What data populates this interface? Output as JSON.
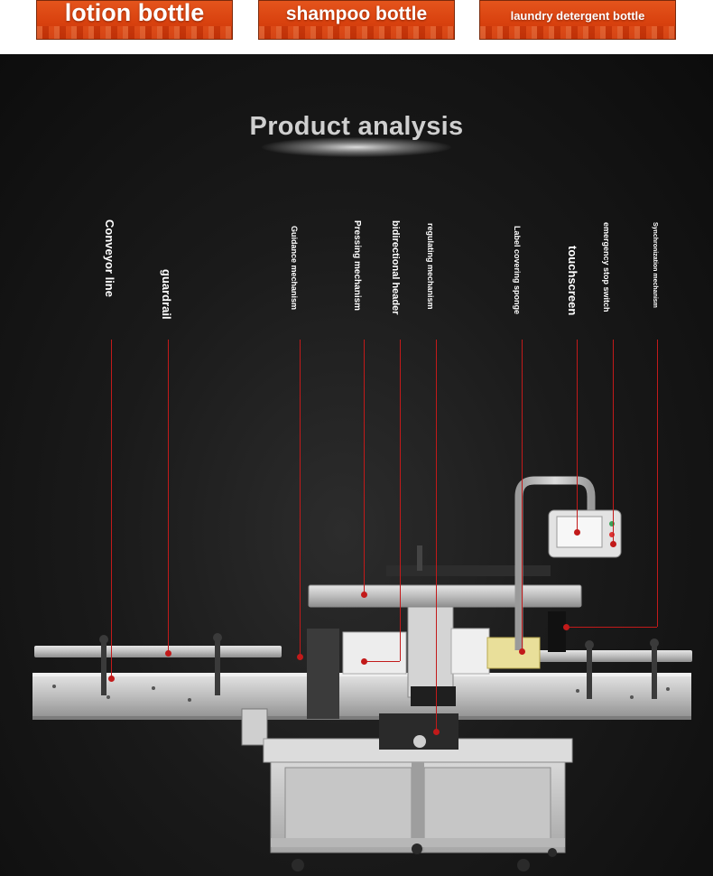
{
  "bottle_types": [
    {
      "label": "lotion bottle"
    },
    {
      "label": "shampoo bottle"
    },
    {
      "label": "laundry detergent bottle"
    }
  ],
  "section": {
    "title": "Product analysis"
  },
  "callouts": [
    {
      "label": "Conveyor line"
    },
    {
      "label": "guardrail"
    },
    {
      "label": "Guidance mechanism"
    },
    {
      "label": "Pressing mechanism"
    },
    {
      "label": "bidirectional header"
    },
    {
      "label": "regulating mechanism"
    },
    {
      "label": "Label covering sponge"
    },
    {
      "label": "touchscreen"
    },
    {
      "label": "emergency stop switch"
    },
    {
      "label": "Synchronization mechanism"
    }
  ],
  "colors": {
    "tab_orange": "#d9420f",
    "callout_red": "#c21a1a",
    "background_dark": "#141414",
    "machine_steel": "#c9c9c9"
  }
}
